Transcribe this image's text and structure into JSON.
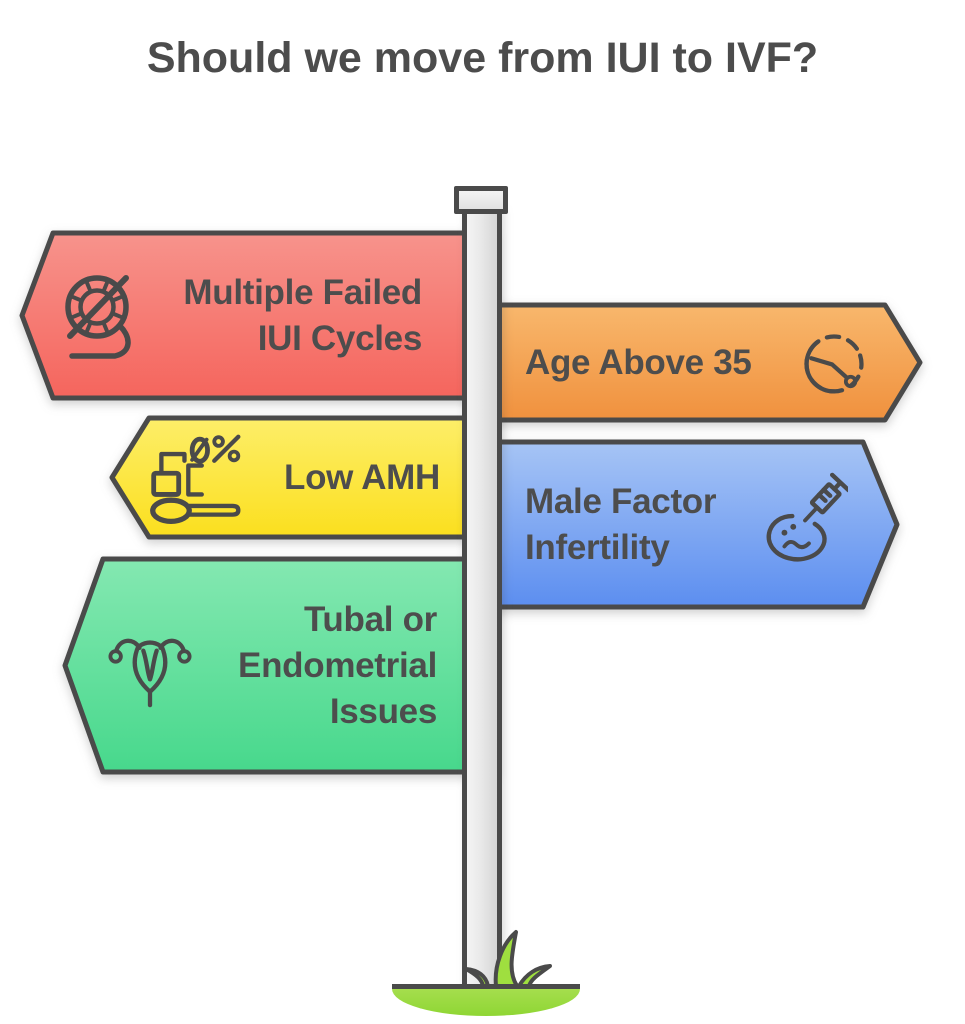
{
  "title": "Should we move from IUI to IVF?",
  "colors": {
    "border": "#4a4a4a",
    "text": "#4d4d4d",
    "title_text": "#4c4c4c",
    "pole_fill": "#e9e9e9",
    "grass_green": "#8fd634",
    "background": "#ffffff"
  },
  "signpost": {
    "signs": [
      {
        "id": "multiple-failed-iui-cycles",
        "direction": "left",
        "lines": [
          "Multiple Failed",
          "IUI Cycles"
        ],
        "icon": "crossed-cycle-wheel-icon",
        "gradient": {
          "top": "#f7938c",
          "bottom": "#f5655d"
        }
      },
      {
        "id": "age-above-35",
        "direction": "right",
        "lines": [
          "Age Above 35"
        ],
        "icon": "dashed-clock-icon",
        "gradient": {
          "top": "#f8b76c",
          "bottom": "#f0913e"
        }
      },
      {
        "id": "low-amh",
        "direction": "left",
        "lines": [
          "Low AMH"
        ],
        "icon": "low-percent-scoop-icon",
        "gradient": {
          "top": "#fdee69",
          "bottom": "#fbdf1e"
        }
      },
      {
        "id": "male-factor-infertility",
        "direction": "right",
        "lines": [
          "Male Factor",
          "Infertility"
        ],
        "icon": "syringe-dish-icon",
        "gradient": {
          "top": "#a6c4f5",
          "bottom": "#5c8ef0"
        }
      },
      {
        "id": "tubal-or-endometrial-issues",
        "direction": "left",
        "lines": [
          "Tubal or",
          "Endometrial",
          "Issues"
        ],
        "icon": "uterus-icon",
        "gradient": {
          "top": "#84e8b1",
          "bottom": "#47d88c"
        }
      }
    ]
  }
}
